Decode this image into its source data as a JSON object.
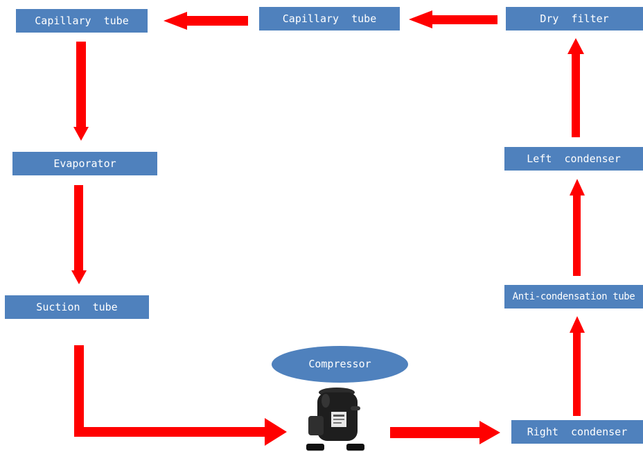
{
  "nodes": {
    "capillary_tube_left": "Capillary  tube",
    "capillary_tube_mid": "Capillary  tube",
    "dry_filter": "Dry  filter",
    "evaporator": "Evaporator",
    "left_condenser": "Left  condenser",
    "suction_tube": "Suction  tube",
    "anti_condensation_tube": "Anti-condensation tube",
    "compressor": "Compressor",
    "right_condenser": "Right  condenser"
  },
  "images": {
    "compressor_icon": "compressor-icon"
  },
  "colors": {
    "box": "#4f81bd",
    "arrow": "#ff0000",
    "text": "#ffffff"
  }
}
